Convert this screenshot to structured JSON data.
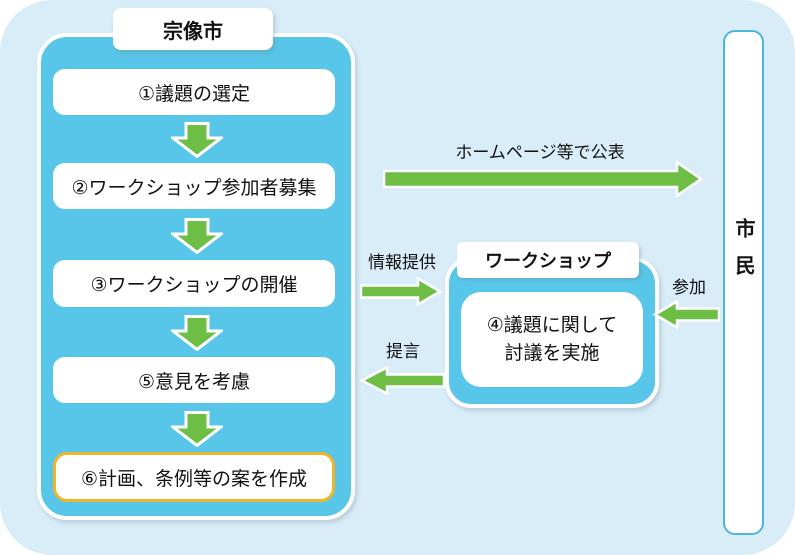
{
  "diagram": {
    "type": "flowchart",
    "language": "ja",
    "colors": {
      "page_background": "#ffffff",
      "diagram_background": "#d9edf8",
      "panel_blue": "#58c6e9",
      "box_white": "#ffffff",
      "arrow_green": "#6ebd45",
      "highlight_border_yellow": "#efb52b",
      "citizen_border_blue": "#4ab5dd",
      "text": "#111111"
    }
  },
  "city": {
    "title": "宗像市",
    "steps": [
      {
        "label": "①議題の選定",
        "highlighted": false
      },
      {
        "label": "②ワークショップ参加者募集",
        "highlighted": false
      },
      {
        "label": "③ワークショップの開催",
        "highlighted": false
      },
      {
        "label": "⑤意見を考慮",
        "highlighted": false
      },
      {
        "label": "⑥計画、条例等の案を作成",
        "highlighted": true
      }
    ]
  },
  "workshop": {
    "title": "ワークショップ",
    "step": "④議題に関して\n討議を実施"
  },
  "citizens": {
    "title": "市民"
  },
  "flows": {
    "publish": {
      "label": "ホームページ等で公表",
      "from": "宗像市",
      "to": "市民",
      "direction": "right"
    },
    "info": {
      "label": "情報提供",
      "from": "宗像市",
      "to": "ワークショップ",
      "direction": "right"
    },
    "proposal": {
      "label": "提言",
      "from": "ワークショップ",
      "to": "宗像市",
      "direction": "left"
    },
    "participate": {
      "label": "参加",
      "from": "市民",
      "to": "ワークショップ",
      "direction": "left"
    }
  }
}
